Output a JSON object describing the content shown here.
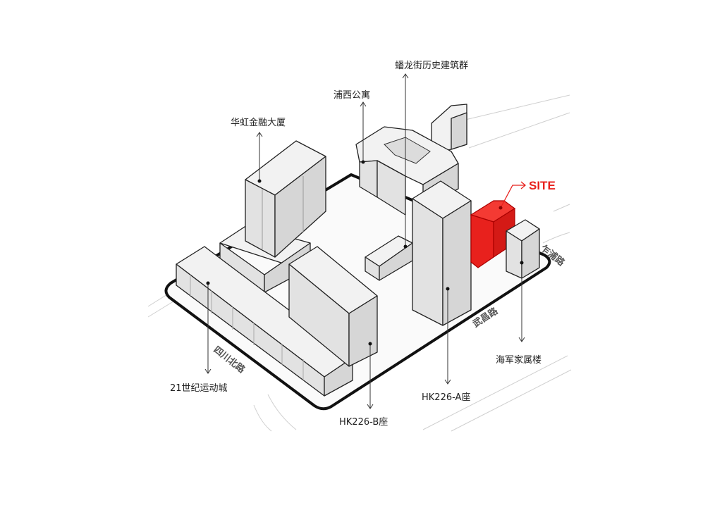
{
  "colors": {
    "site": "#e8211d",
    "building": "#e4e4e4",
    "outline": "#111111"
  },
  "labels": {
    "panlong": "蟠龙街历史建筑群",
    "puxi": "浦西公寓",
    "huahong": "华虹金融大厦",
    "site": "SITE",
    "navy": "海军家属楼",
    "hk_a": "HK226-A座",
    "hk_b": "HK226-B座",
    "century": "21世纪运动城"
  },
  "roads": {
    "zhapu": "乍浦路",
    "wuchang": "武昌路",
    "sichuan": "四川北路"
  }
}
